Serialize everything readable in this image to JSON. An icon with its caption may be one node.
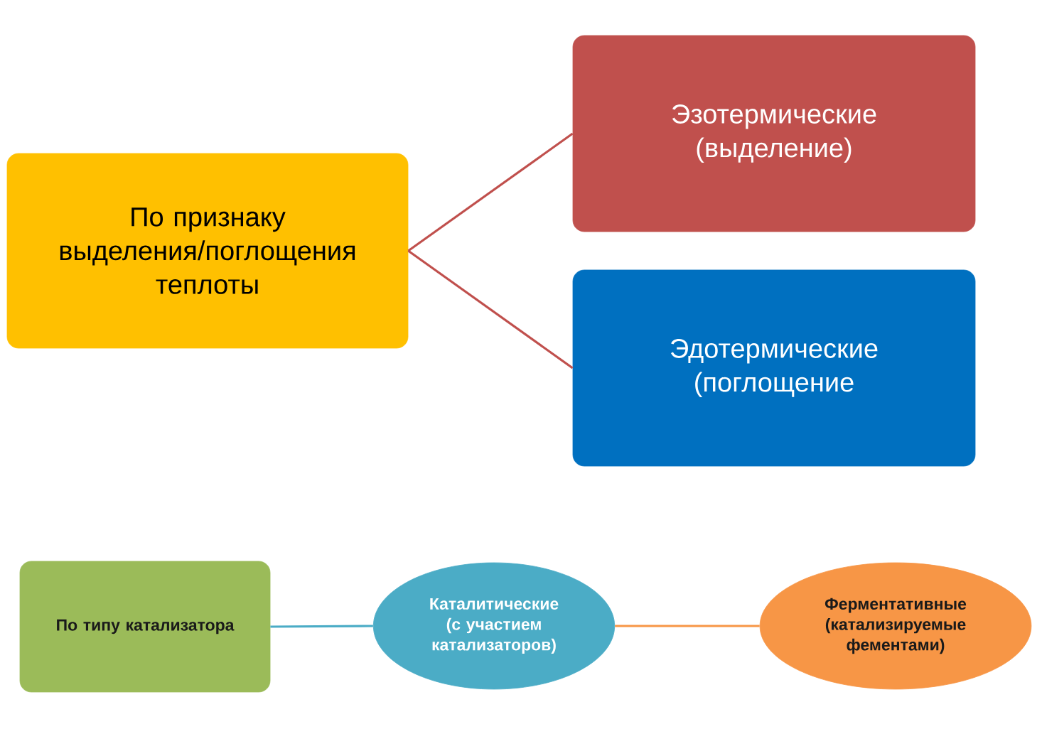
{
  "diagram": {
    "nodes": [
      {
        "text": [
          "По признаку выделения/поглощения теплоты"
        ]
      },
      {
        "text": [
          "Эзотермические (выделение)"
        ]
      },
      {
        "text": [
          "Эдотермические (поглощение"
        ]
      },
      {
        "text": [
          "По типу катализатора"
        ]
      },
      {
        "text": [
          "Каталитические (с участием катализаторов)"
        ]
      },
      {
        "text": [
          "Ферментативные (катализируемые фементами)"
        ]
      }
    ],
    "edges": [
      {
        "from": 0,
        "to": 1,
        "arrow": "none",
        "color": "#c0504d"
      },
      {
        "from": 0,
        "to": 2,
        "arrow": "none",
        "color": "#c0504d"
      },
      {
        "from": 3,
        "to": 4,
        "arrow": "none",
        "color": "#4bacc6"
      },
      {
        "from": 4,
        "to": 5,
        "arrow": "none",
        "color": "#f79646"
      }
    ]
  }
}
